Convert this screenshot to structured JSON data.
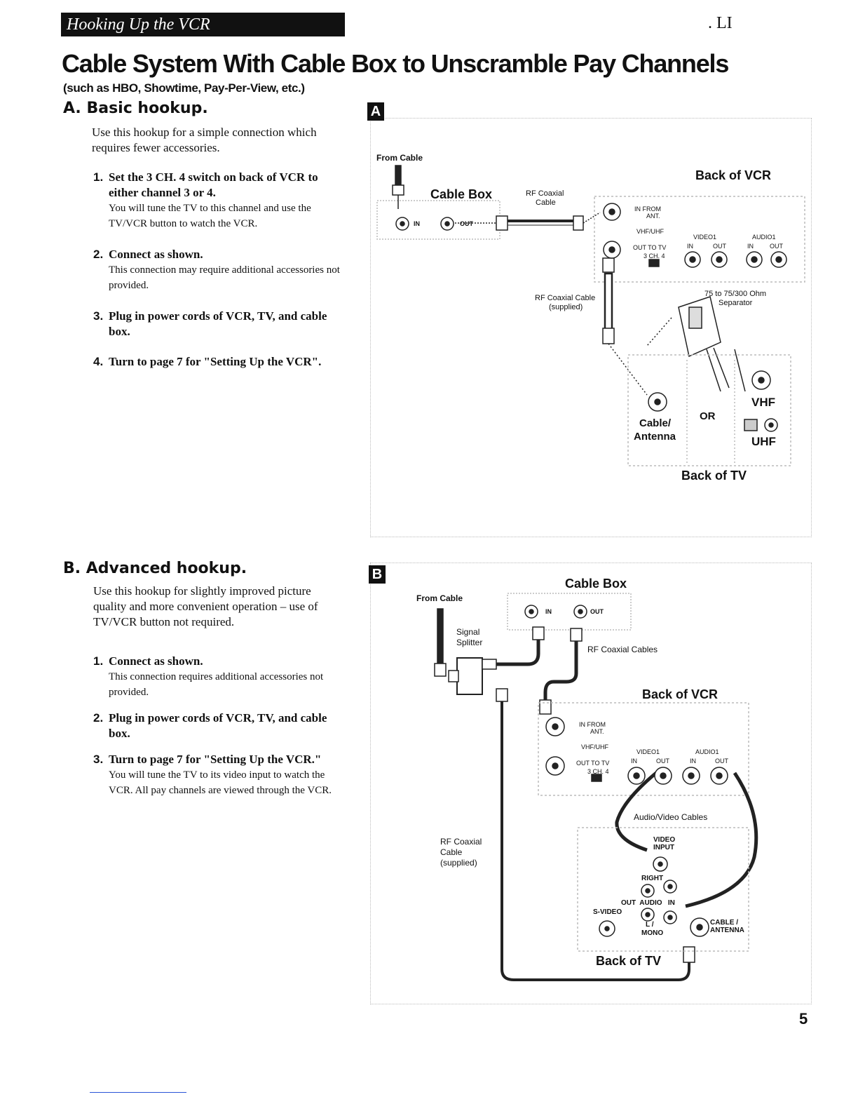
{
  "header": {
    "section_tab": "Hooking Up the VCR",
    "corner_mark": ". LI"
  },
  "title": "Cable System With Cable Box to Unscramble Pay Channels",
  "subtitle": "(such as HBO, Showtime, Pay-Per-View, etc.)",
  "section_a": {
    "heading": "A.  Basic hookup.",
    "intro": "Use this hookup for a simple connection which requires fewer accessories.",
    "steps": [
      {
        "num": "1.",
        "title": "Set the 3 CH. 4 switch on back of VCR to either channel 3 or 4.",
        "desc": "You will tune the TV to this channel and use the TV/VCR button to watch the VCR."
      },
      {
        "num": "2.",
        "title": "Connect as shown.",
        "desc": "This connection may require additional accessories not provided."
      },
      {
        "num": "3.",
        "title": "Plug in power cords of VCR, TV, and cable box.",
        "desc": ""
      },
      {
        "num": "4.",
        "title": "Turn to page 7 for \"Setting Up the VCR\".",
        "desc": ""
      }
    ]
  },
  "section_b": {
    "heading": "B.  Advanced hookup.",
    "intro": "Use this hookup for slightly improved picture quality and more convenient operation – use of TV/VCR button not required.",
    "steps": [
      {
        "num": "1.",
        "title": "Connect as shown.",
        "desc": "This connection requires additional accessories not provided."
      },
      {
        "num": "2.",
        "title": "Plug in power cords of VCR, TV, and cable box.",
        "desc": ""
      },
      {
        "num": "3.",
        "title": "Turn to page 7 for \"Setting Up the VCR.\"",
        "desc": "You will tune the TV to its video input to watch the VCR. All pay channels are viewed through the VCR."
      }
    ]
  },
  "diagram_a": {
    "letter": "A",
    "from_cable": "From Cable",
    "cable_box": "Cable Box",
    "in": "IN",
    "out": "OUT",
    "rf_coaxial_line1": "RF Coaxial",
    "rf_coaxial_line2": "Cable",
    "back_of_vcr": "Back of VCR",
    "in_from_ant_1": "IN FROM",
    "in_from_ant_2": "ANT.",
    "vhf_uhf": "VHF/UHF",
    "out_to_tv": "OUT TO TV",
    "ch_switch": "3 CH. 4",
    "video1": "VIDEO1",
    "audio1": "AUDIO1",
    "port_in": "IN",
    "port_out": "OUT",
    "rf_supplied_1": "RF Coaxial Cable",
    "rf_supplied_2": "(supplied)",
    "separator_1": "75 to 75/300 Ohm",
    "separator_2": "Separator",
    "cable_antenna_1": "Cable/",
    "cable_antenna_2": "Antenna",
    "or": "OR",
    "vhf": "VHF",
    "uhf": "UHF",
    "back_of_tv": "Back of TV"
  },
  "diagram_b": {
    "letter": "B",
    "cable_box": "Cable Box",
    "from_cable": "From Cable",
    "in": "IN",
    "out": "OUT",
    "signal_1": "Signal",
    "signal_2": "Splitter",
    "rf_cables": "RF Coaxial Cables",
    "back_of_vcr": "Back of VCR",
    "in_from_ant_1": "IN FROM",
    "in_from_ant_2": "ANT.",
    "vhf_uhf": "VHF/UHF",
    "out_to_tv": "OUT TO TV",
    "ch_switch": "3 CH. 4",
    "video1": "VIDEO1",
    "audio1": "AUDIO1",
    "port_in": "IN",
    "port_out": "OUT",
    "av_cables": "Audio/Video Cables",
    "rf_supplied_1": "RF Coaxial",
    "rf_supplied_2": "Cable",
    "rf_supplied_3": "(supplied)",
    "video_input_1": "VIDEO",
    "video_input_2": "INPUT",
    "right": "RIGHT",
    "out_audio_in": "OUT  AUDIO   IN",
    "s_video": "S-VIDEO",
    "l_mono_1": "L /",
    "l_mono_2": "MONO",
    "cable_ant_1": "CABLE /",
    "cable_ant_2": "ANTENNA",
    "back_of_tv": "Back of TV"
  },
  "page_number": "5"
}
